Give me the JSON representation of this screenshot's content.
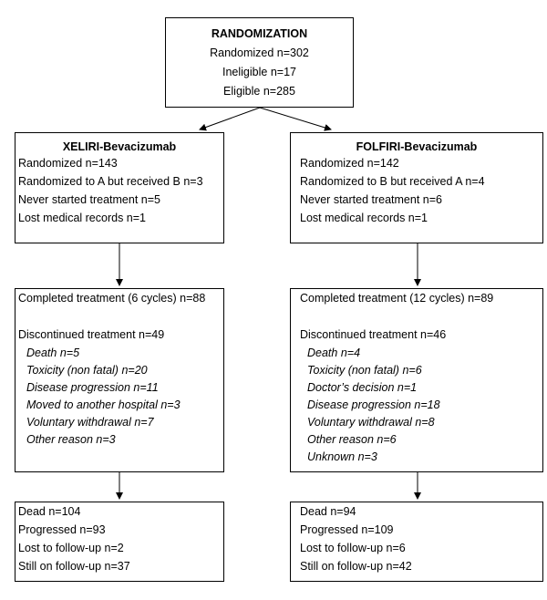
{
  "randomization": {
    "title": "RANDOMIZATION",
    "randomized": "Randomized n=302",
    "ineligible": "Ineligible n=17",
    "eligible": "Eligible n=285"
  },
  "left_arm": {
    "title": "XELIRI-Bevacizumab",
    "randomized": "Randomized n=143",
    "crossover": "Randomized to A but received B n=3",
    "never_started": "Never started treatment n=5",
    "lost_records": "Lost medical records n=1",
    "completed": "Completed treatment (6 cycles) n=88",
    "discontinued": "Discontinued treatment n=49",
    "reasons": [
      "Death n=5",
      "Toxicity (non fatal) n=20",
      "Disease progression n=11",
      "Moved to another hospital n=3",
      "Voluntary withdrawal n=7",
      "Other reason n=3"
    ],
    "outcome": {
      "dead": "Dead n=104",
      "progressed": "Progressed n=93",
      "lost_followup": "Lost to follow-up n=2",
      "still_followup": "Still on follow-up n=37"
    }
  },
  "right_arm": {
    "title": "FOLFIRI-Bevacizumab",
    "randomized": "Randomized n=142",
    "crossover": "Randomized to B but received A n=4",
    "never_started": "Never started treatment n=6",
    "lost_records": "Lost medical records n=1",
    "completed": "Completed treatment (12 cycles) n=89",
    "discontinued": "Discontinued treatment n=46",
    "reasons": [
      "Death n=4",
      "Toxicity (non fatal) n=6",
      "Doctor’s decision n=1",
      "Disease progression n=18",
      "Voluntary withdrawal n=8",
      "Other reason n=6",
      "Unknown n=3"
    ],
    "outcome": {
      "dead": "Dead n=94",
      "progressed": "Progressed n=109",
      "lost_followup": "Lost to follow-up n=6",
      "still_followup": "Still on follow-up n=42"
    }
  }
}
